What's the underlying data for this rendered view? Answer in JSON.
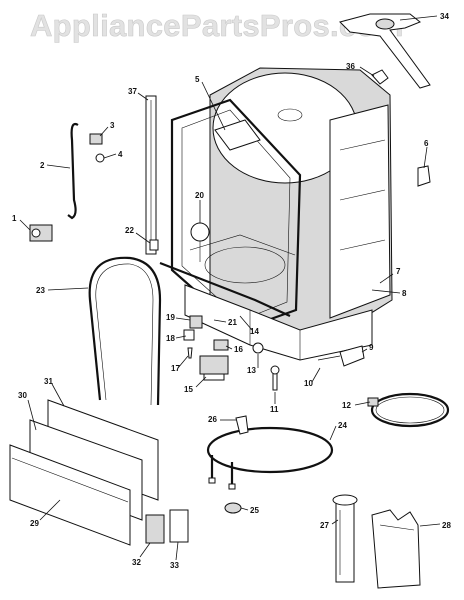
{
  "watermark": "AppliancePartsPros.com",
  "callouts": [
    "1",
    "2",
    "3",
    "4",
    "5",
    "6",
    "7",
    "8",
    "9",
    "10",
    "11",
    "12",
    "13",
    "14",
    "15",
    "16",
    "17",
    "18",
    "19",
    "20",
    "21",
    "22",
    "23",
    "24",
    "25",
    "26",
    "27",
    "28",
    "29",
    "30",
    "31",
    "32",
    "33",
    "34",
    "36",
    "37"
  ]
}
